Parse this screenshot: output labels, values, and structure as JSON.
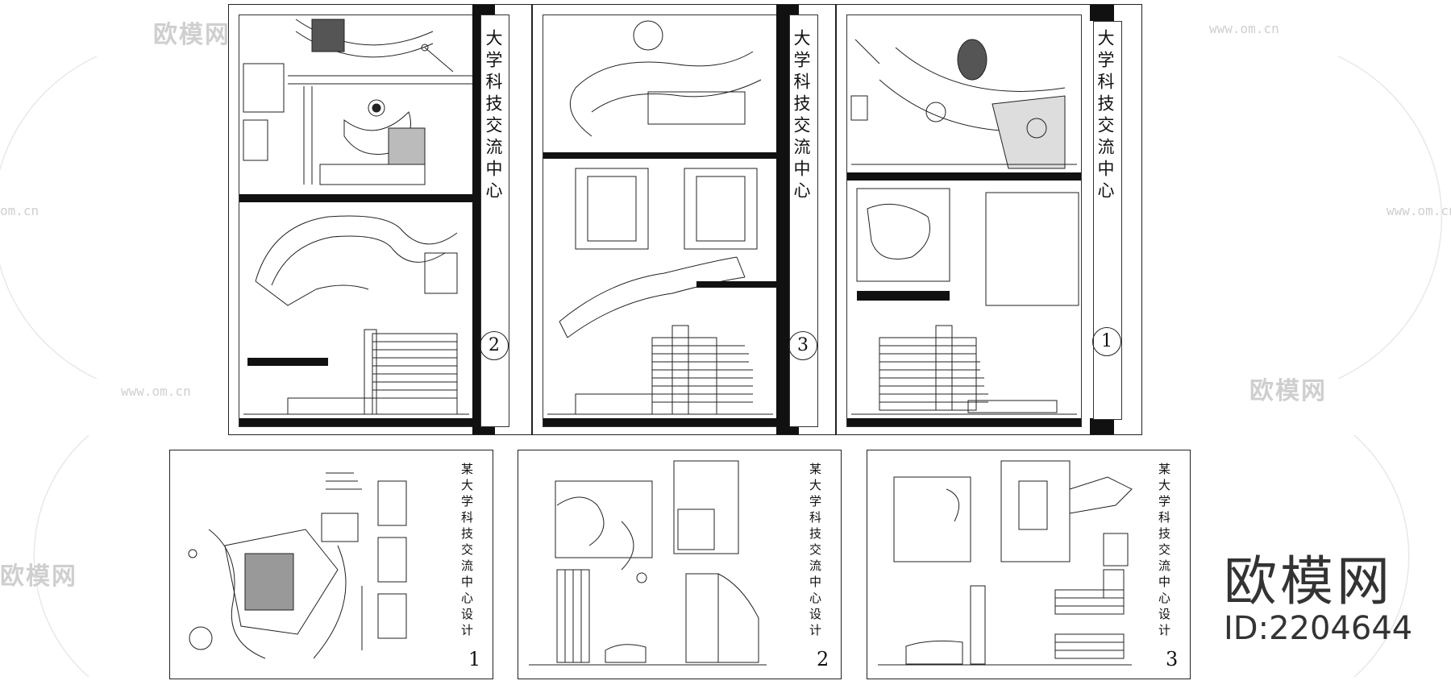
{
  "watermark": {
    "brand": "欧模网",
    "url": "www.om.cn",
    "url_short": "om.cn",
    "id": "ID:2204644"
  },
  "top_sheets": [
    {
      "title": "大学科技交流中心",
      "number": "2"
    },
    {
      "title": "大学科技交流中心",
      "number": "3"
    },
    {
      "title": "大学科技交流中心",
      "number": "1"
    }
  ],
  "bottom_sheets": [
    {
      "title": "某大学科技交流中心设计",
      "number": "1"
    },
    {
      "title": "某大学科技交流中心设计",
      "number": "2"
    },
    {
      "title": "某大学科技交流中心设计",
      "number": "3"
    }
  ]
}
